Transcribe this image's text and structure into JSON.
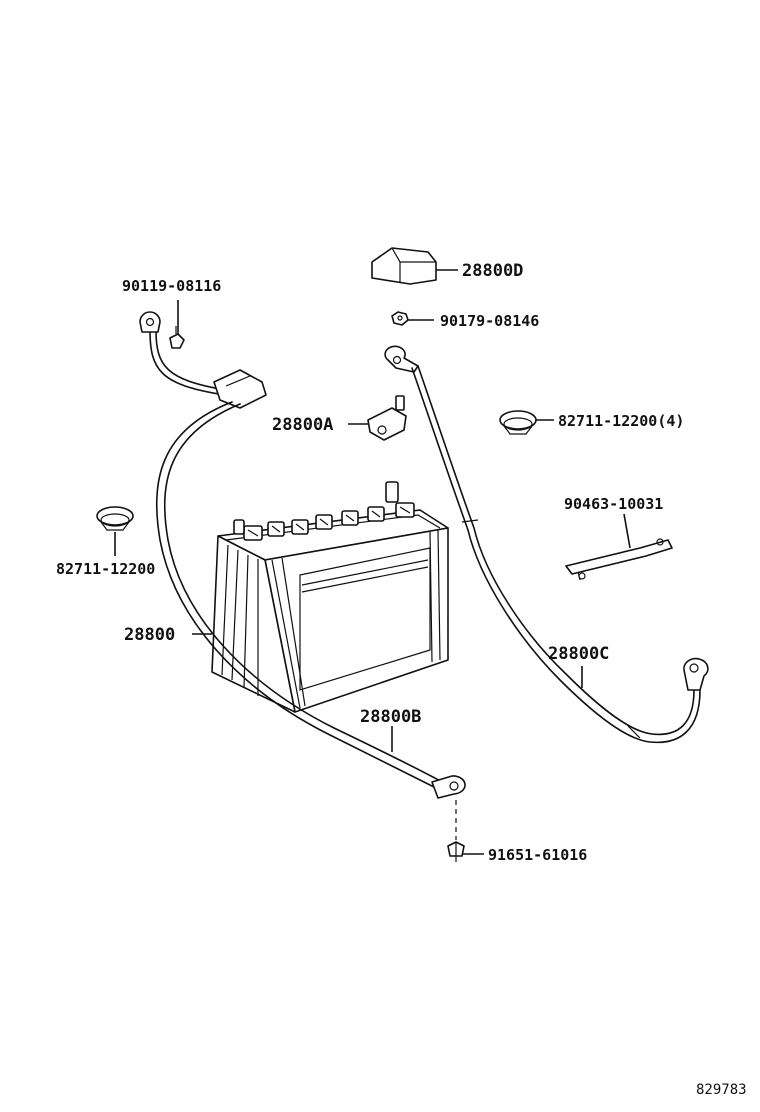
{
  "labels": {
    "p28800D": "28800D",
    "p90119": "90119-08116",
    "p90179": "90179-08146",
    "p28800A": "28800A",
    "p82711_4": "82711-12200(4)",
    "p82711": "82711-12200",
    "p90463": "90463-10031",
    "p28800": "28800",
    "p28800C": "28800C",
    "p28800B": "28800B",
    "p91651": "91651-61016"
  },
  "reference_number": "829783"
}
